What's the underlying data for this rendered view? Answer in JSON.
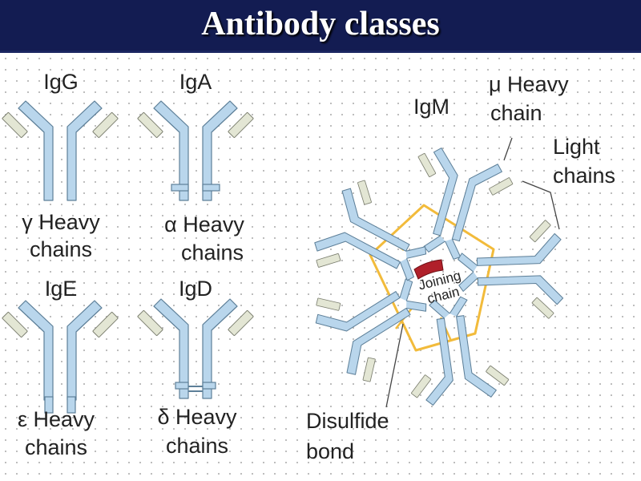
{
  "title": "Antibody classes",
  "antibodies": {
    "igg": {
      "name": "IgG",
      "chain_line1": "γ Heavy",
      "chain_line2": "chains"
    },
    "iga": {
      "name": "IgA",
      "chain_line1": "α Heavy",
      "chain_line2": "chains"
    },
    "ige": {
      "name": "IgE",
      "chain_line1": "ε Heavy",
      "chain_line2": "chains"
    },
    "igd": {
      "name": "IgD",
      "chain_line1": "δ Heavy",
      "chain_line2": "chains"
    }
  },
  "igm": {
    "name": "IgM",
    "heavy_line1": "μ Heavy",
    "heavy_line2": "chain",
    "light_line1": "Light",
    "light_line2": "chains",
    "joining_line1": "Joining",
    "joining_line2": "chain",
    "disulfide_line1": "Disulfide",
    "disulfide_line2": "bond"
  },
  "colors": {
    "heavy_chain": "#b9d6ec",
    "chain_outline": "#5d7f98",
    "light_chain": "#e3e6d4",
    "disulfide": "#f2bb3b",
    "joining_chain": "#b0202a",
    "title_bar": "#131c52"
  }
}
